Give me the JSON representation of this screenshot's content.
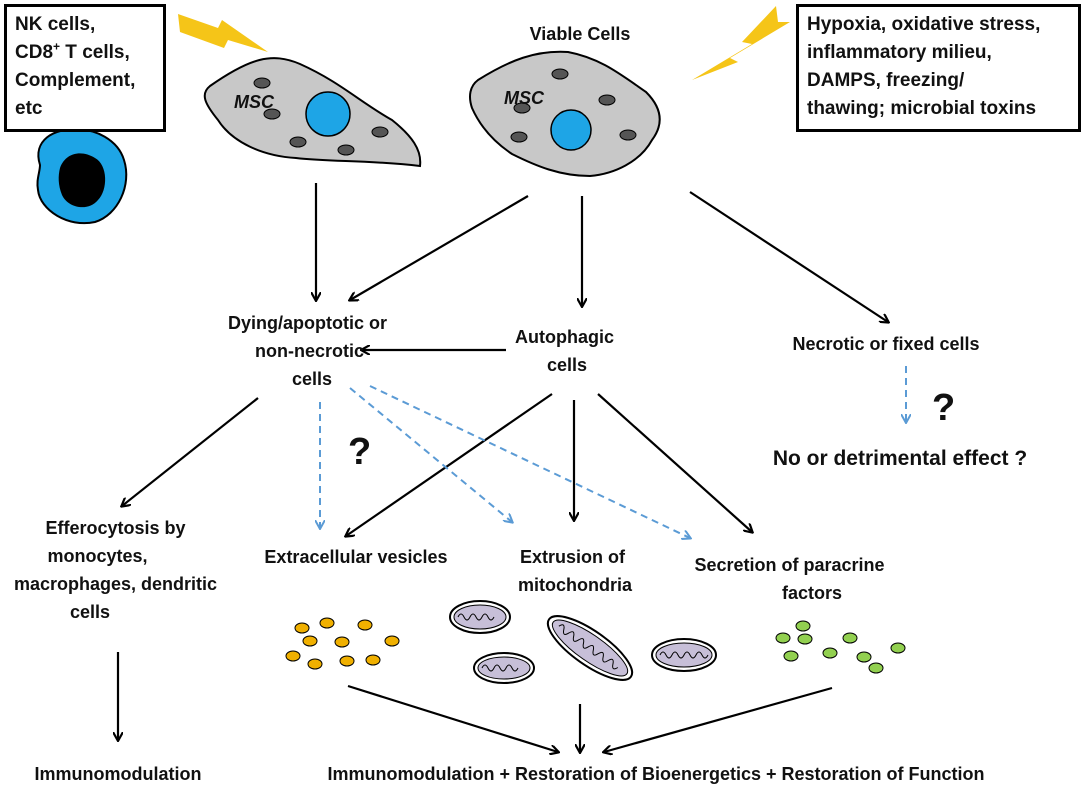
{
  "colors": {
    "arrow": "#000000",
    "dashed_arrow": "#5b9bd5",
    "cell_fill": "#c8c8c8",
    "nucleus": "#1ea5e6",
    "lightning": "#f5c518",
    "vesicle": "#f0b000",
    "paracrine": "#92d050",
    "mitochondria": "#c7bfd8"
  },
  "left_box": {
    "lines": [
      "NK cells,",
      "CD8",
      "+",
      " T cells,",
      "Complement,",
      "etc"
    ]
  },
  "right_box": {
    "lines": [
      "Hypoxia, oxidative stress,",
      "inflammatory milieu,",
      "DAMPS, freezing/",
      "thawing; microbial toxins"
    ]
  },
  "header": {
    "viable": "Viable Cells"
  },
  "cells": [
    {
      "label": "MSC"
    },
    {
      "label": "MSC"
    }
  ],
  "icons": {
    "lightning": "lightning-bolt-icon",
    "immune_cell": "immune-cell-icon",
    "cell": "msc-cell-icon",
    "mitochondrion": "mitochondrion-icon",
    "question": "question-mark"
  },
  "nodes": {
    "dying": [
      "Dying/apoptotic or",
      "non-necrotic",
      "cells"
    ],
    "autophagic": [
      "Autophagic",
      "cells"
    ],
    "necrotic": "Necrotic or fixed cells",
    "no_effect": "No or detrimental effect ?",
    "efferocytosis": [
      "Efferocytosis by",
      "monocytes,",
      "macrophages, dendritic",
      "cells"
    ],
    "ev": "Extracellular vesicles",
    "mito": [
      "Extrusion of",
      "mitochondria"
    ],
    "paracrine": [
      "Secretion of paracrine",
      "factors"
    ],
    "imm_left": "Immunomodulation",
    "outcome": "Immunomodulation + Restoration of Bioenergetics + Restoration of Function"
  },
  "question_marks": [
    "?",
    "?"
  ]
}
